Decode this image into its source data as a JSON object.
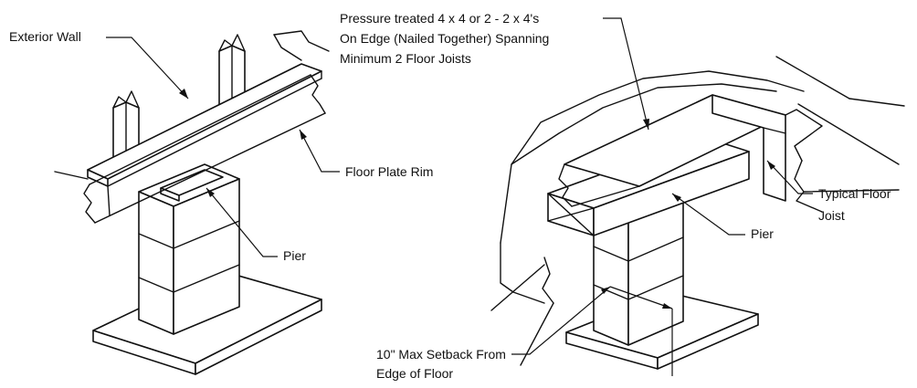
{
  "left_detail": {
    "exterior_wall_label": "Exterior Wall",
    "floor_plate_rim_label": "Floor Plate Rim",
    "pier_label": "Pier"
  },
  "right_detail": {
    "beam_label_line1": "Pressure treated 4 x 4 or 2 - 2 x 4's",
    "beam_label_line2": "On Edge (Nailed Together) Spanning",
    "beam_label_line3": "Minimum 2 Floor Joists",
    "joist_label_line1": "Typical Floor",
    "joist_label_line2": "Joist",
    "pier_label": "Pier",
    "setback_label_line1": "10\" Max Setback From",
    "setback_label_line2": "Edge of Floor"
  }
}
